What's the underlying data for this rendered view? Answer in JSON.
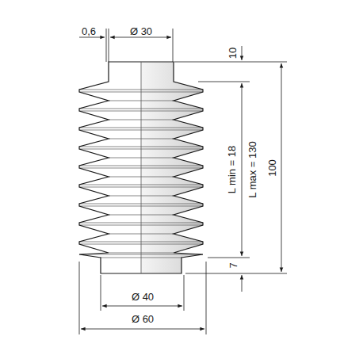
{
  "diagram": {
    "labels": [
      "0,6",
      "Ø 30",
      "10",
      "L min = 18",
      "L max = 130",
      "100",
      "7",
      "Ø 40",
      "Ø 60"
    ]
  }
}
